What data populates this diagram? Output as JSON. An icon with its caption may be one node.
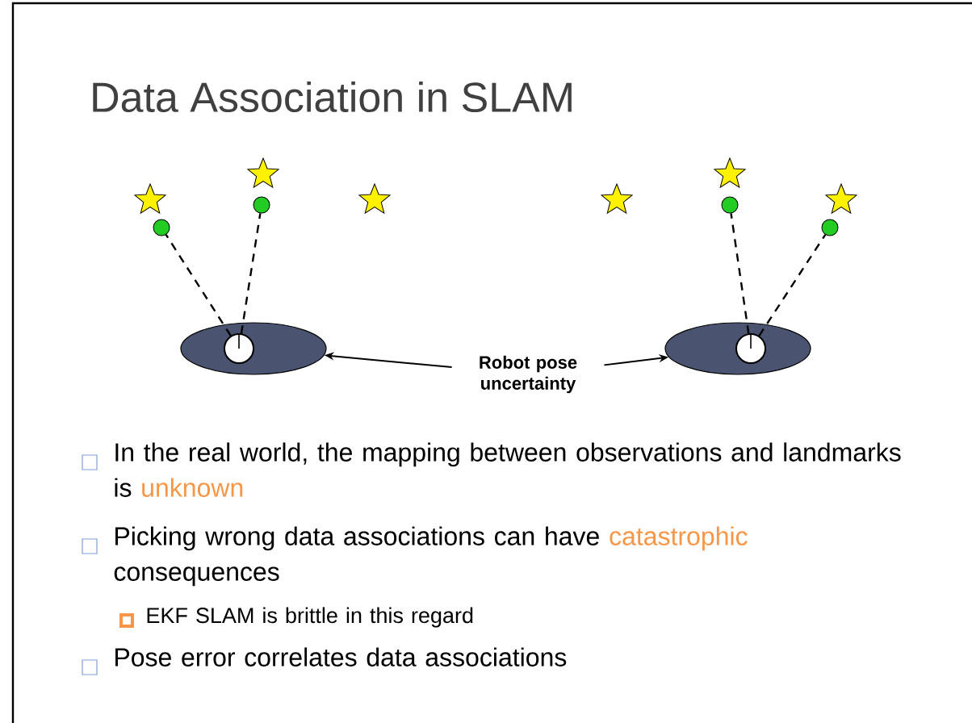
{
  "diagram": {
    "title": "Data Association in SLAM",
    "nodes": [
      {
        "text": [],
        "shape": "ellipse"
      },
      {
        "text": [],
        "shape": "circle",
        "in": 0
      },
      {
        "text": [],
        "shape": "ellipse"
      },
      {
        "text": [],
        "shape": "circle",
        "in": 2
      },
      {
        "text": [
          "Robot pose uncertainty"
        ]
      },
      {
        "text": [],
        "shape": "circle"
      },
      {
        "text": [],
        "shape": "circle"
      },
      {
        "text": [],
        "shape": "circle"
      },
      {
        "text": [],
        "shape": "circle"
      }
    ],
    "edges": [
      {
        "from": 4,
        "to": 0,
        "arrow": "to"
      },
      {
        "from": 4,
        "to": 2,
        "arrow": "to"
      },
      {
        "from": 1,
        "to": 5,
        "arrow": "none",
        "style": "dashed"
      },
      {
        "from": 1,
        "to": 6,
        "arrow": "none",
        "style": "dashed"
      },
      {
        "from": 3,
        "to": 7,
        "arrow": "none",
        "style": "dashed"
      },
      {
        "from": 3,
        "to": 8,
        "arrow": "none",
        "style": "dashed"
      }
    ],
    "labels": [
      "In the real world, the mapping between observations and landmarks is",
      "unknown",
      "Picking wrong data associations can have",
      "catastrophic",
      "consequences",
      "EKF SLAM is brittle in this regard",
      "Pose error correlates data associations"
    ]
  }
}
